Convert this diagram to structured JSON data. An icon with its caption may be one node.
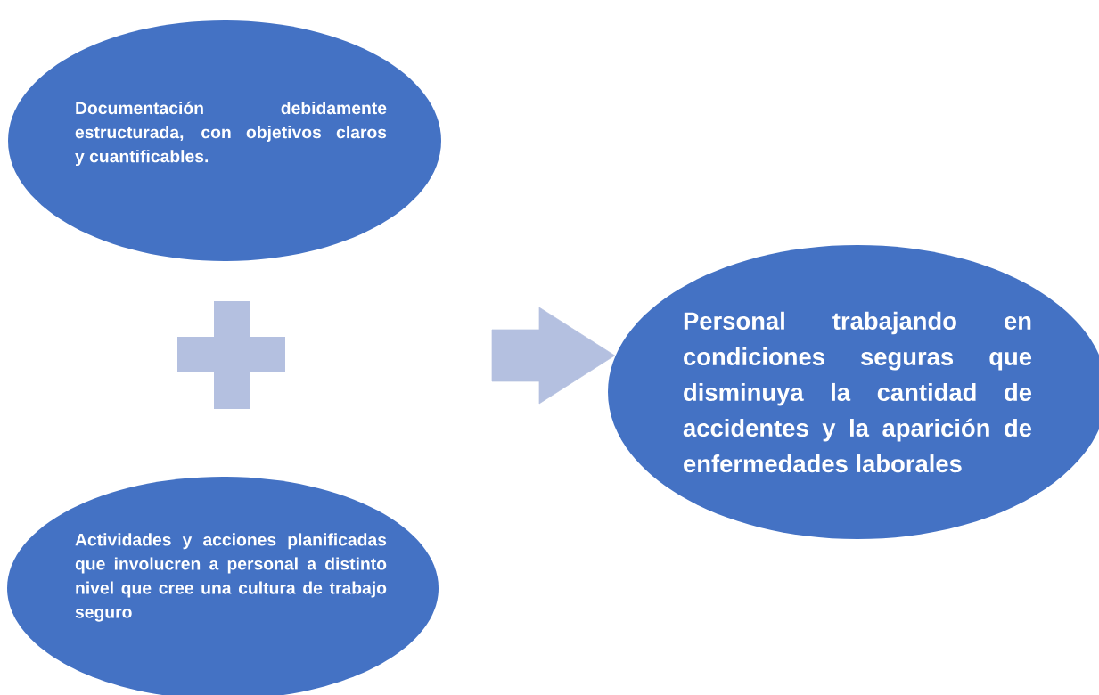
{
  "diagram": {
    "nodes": [
      {
        "text": [
          "Documentación debidamente estructurada, con objetivos claros y cuantificables."
        ]
      },
      {
        "text": [
          "Actividades y acciones planificadas que involucren a personal a distinto nivel que cree una cultura de trabajo seguro"
        ]
      },
      {
        "text": [
          "Personal trabajando en condiciones seguras que disminuya la cantidad de accidentes y la aparición de enfermedades laborales"
        ]
      }
    ],
    "edges": [
      {
        "from": null,
        "to": 2,
        "arrow": "to"
      }
    ]
  }
}
